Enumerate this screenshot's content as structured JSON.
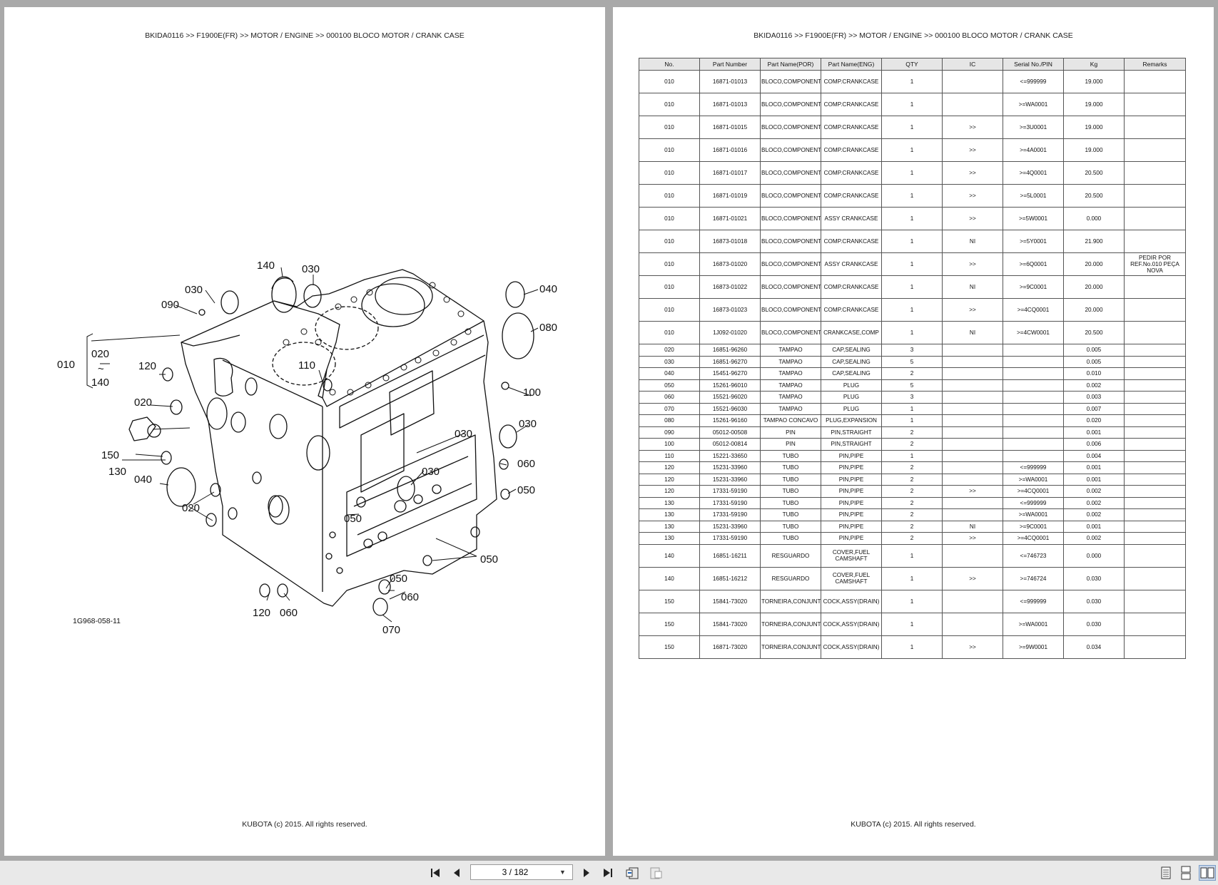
{
  "document": {
    "left_header": "BKIDA0116 >> F1900E(FR) >> MOTOR / ENGINE >> 000100   BLOCO MOTOR / CRANK CASE",
    "right_header": "BKIDA0116 >> F1900E(FR) >> MOTOR / ENGINE >> 000100   BLOCO MOTOR / CRANK CASE",
    "left_footer": "KUBOTA (c) 2015. All rights reserved.",
    "right_footer": "KUBOTA (c) 2015. All rights reserved.",
    "figure_code": "1G968-058-11"
  },
  "diagram_callouts": {
    "c010": "010",
    "c020a": "020",
    "tilde": "~",
    "c140a": "140",
    "c140b": "140",
    "c030a": "030",
    "c030b": "030",
    "c090": "090",
    "c120a": "120",
    "c110": "110",
    "c040a": "040",
    "c080": "080",
    "c100": "100",
    "c020b": "020",
    "c030c": "030",
    "c030d": "030",
    "c150": "150",
    "c130": "130",
    "c040b": "040",
    "c060a": "060",
    "c030e": "030",
    "c050a": "050",
    "c020c": "020",
    "c050b": "050",
    "c050c": "050",
    "c050d": "050",
    "c060b": "060",
    "c120b": "120",
    "c060c": "060",
    "c070": "070"
  },
  "table": {
    "headers": [
      "No.",
      "Part Number",
      "Part Name(POR)",
      "Part Name(ENG)",
      "QTY",
      "IC",
      "Serial No./PIN",
      "Kg",
      "Remarks"
    ],
    "rows": [
      [
        "010",
        "16871-01013",
        "BLOCO,COMPONENTE",
        "COMP.CRANKCASE",
        "1",
        "",
        "<=999999",
        "19.000",
        ""
      ],
      [
        "010",
        "16871-01013",
        "BLOCO,COMPONENTE",
        "COMP.CRANKCASE",
        "1",
        "",
        ">=WA0001",
        "19.000",
        ""
      ],
      [
        "010",
        "16871-01015",
        "BLOCO,COMPONENTE",
        "COMP.CRANKCASE",
        "1",
        ">>",
        ">=3U0001",
        "19.000",
        ""
      ],
      [
        "010",
        "16871-01016",
        "BLOCO,COMPONENTE",
        "COMP.CRANKCASE",
        "1",
        ">>",
        ">=4A0001",
        "19.000",
        ""
      ],
      [
        "010",
        "16871-01017",
        "BLOCO,COMPONENTE",
        "COMP.CRANKCASE",
        "1",
        ">>",
        ">=4Q0001",
        "20.500",
        ""
      ],
      [
        "010",
        "16871-01019",
        "BLOCO,COMPONENTE",
        "COMP.CRANKCASE",
        "1",
        ">>",
        ">=5L0001",
        "20.500",
        ""
      ],
      [
        "010",
        "16871-01021",
        "BLOCO,COMPONENTE",
        "ASSY CRANKCASE",
        "1",
        ">>",
        ">=5W0001",
        "0.000",
        ""
      ],
      [
        "010",
        "16873-01018",
        "BLOCO,COMPONENTE",
        "COMP.CRANKCASE",
        "1",
        "NI",
        ">=5Y0001",
        "21.900",
        ""
      ],
      [
        "010",
        "16873-01020",
        "BLOCO,COMPONENTE",
        "ASSY CRANKCASE",
        "1",
        ">>",
        ">=6Q0001",
        "20.000",
        "PEDIR POR REF.No.010 PEÇA NOVA"
      ],
      [
        "010",
        "16873-01022",
        "BLOCO,COMPONENTE",
        "COMP.CRANKCASE",
        "1",
        "NI",
        ">=9C0001",
        "20.000",
        ""
      ],
      [
        "010",
        "16873-01023",
        "BLOCO,COMPONENTE",
        "COMP.CRANKCASE",
        "1",
        ">>",
        ">=4CQ0001",
        "20.000",
        ""
      ],
      [
        "010",
        "1J092-01020",
        "BLOCO,COMPONENTE",
        "CRANKCASE,COMP",
        "1",
        "NI",
        ">=4CW0001",
        "20.500",
        ""
      ],
      [
        "020",
        "16851-96260",
        "TAMPAO",
        "CAP,SEALING",
        "3",
        "",
        "",
        "0.005",
        ""
      ],
      [
        "030",
        "16851-96270",
        "TAMPAO",
        "CAP,SEALING",
        "5",
        "",
        "",
        "0.005",
        ""
      ],
      [
        "040",
        "15451-96270",
        "TAMPAO",
        "CAP,SEALING",
        "2",
        "",
        "",
        "0.010",
        ""
      ],
      [
        "050",
        "15261-96010",
        "TAMPAO",
        "PLUG",
        "5",
        "",
        "",
        "0.002",
        ""
      ],
      [
        "060",
        "15521-96020",
        "TAMPAO",
        "PLUG",
        "3",
        "",
        "",
        "0.003",
        ""
      ],
      [
        "070",
        "15521-96030",
        "TAMPAO",
        "PLUG",
        "1",
        "",
        "",
        "0.007",
        ""
      ],
      [
        "080",
        "15261-96160",
        "TAMPAO CONCAVO",
        "PLUG,EXPANSION",
        "1",
        "",
        "",
        "0.020",
        ""
      ],
      [
        "090",
        "05012-00508",
        "PIN",
        "PIN,STRAIGHT",
        "2",
        "",
        "",
        "0.001",
        ""
      ],
      [
        "100",
        "05012-00814",
        "PIN",
        "PIN,STRAIGHT",
        "2",
        "",
        "",
        "0.006",
        ""
      ],
      [
        "110",
        "15221-33650",
        "TUBO",
        "PIN,PIPE",
        "1",
        "",
        "",
        "0.004",
        ""
      ],
      [
        "120",
        "15231-33960",
        "TUBO",
        "PIN,PIPE",
        "2",
        "",
        "<=999999",
        "0.001",
        ""
      ],
      [
        "120",
        "15231-33960",
        "TUBO",
        "PIN,PIPE",
        "2",
        "",
        ">=WA0001",
        "0.001",
        ""
      ],
      [
        "120",
        "17331-59190",
        "TUBO",
        "PIN,PIPE",
        "2",
        ">>",
        ">=4CQ0001",
        "0.002",
        ""
      ],
      [
        "130",
        "17331-59190",
        "TUBO",
        "PIN,PIPE",
        "2",
        "",
        "<=999999",
        "0.002",
        ""
      ],
      [
        "130",
        "17331-59190",
        "TUBO",
        "PIN,PIPE",
        "2",
        "",
        ">=WA0001",
        "0.002",
        ""
      ],
      [
        "130",
        "15231-33960",
        "TUBO",
        "PIN,PIPE",
        "2",
        "NI",
        ">=9C0001",
        "0.001",
        ""
      ],
      [
        "130",
        "17331-59190",
        "TUBO",
        "PIN,PIPE",
        "2",
        ">>",
        ">=4CQ0001",
        "0.002",
        ""
      ],
      [
        "140",
        "16851-16211",
        "RESGUARDO",
        "COVER,FUEL CAMSHAFT",
        "1",
        "",
        "<=746723",
        "0.000",
        ""
      ],
      [
        "140",
        "16851-16212",
        "RESGUARDO",
        "COVER,FUEL CAMSHAFT",
        "1",
        ">>",
        ">=746724",
        "0.030",
        ""
      ],
      [
        "150",
        "15841-73020",
        "TORNEIRA,CONJUNTO",
        "COCK,ASSY(DRAIN)",
        "1",
        "",
        "<=999999",
        "0.030",
        ""
      ],
      [
        "150",
        "15841-73020",
        "TORNEIRA,CONJUNTO",
        "COCK,ASSY(DRAIN)",
        "1",
        "",
        ">=WA0001",
        "0.030",
        ""
      ],
      [
        "150",
        "16871-73020",
        "TORNEIRA,CONJUNTO",
        "COCK,ASSY(DRAIN)",
        "1",
        ">>",
        ">=9W0001",
        "0.034",
        ""
      ]
    ]
  },
  "toolbar": {
    "page_value": "3 / 182",
    "icons": [
      "first-page-icon",
      "prev-page-icon",
      "page-dropdown-icon",
      "next-page-icon",
      "last-page-icon",
      "previous-view-icon",
      "next-view-icon",
      "single-page-view-icon",
      "continuous-view-icon",
      "two-page-view-icon"
    ]
  }
}
